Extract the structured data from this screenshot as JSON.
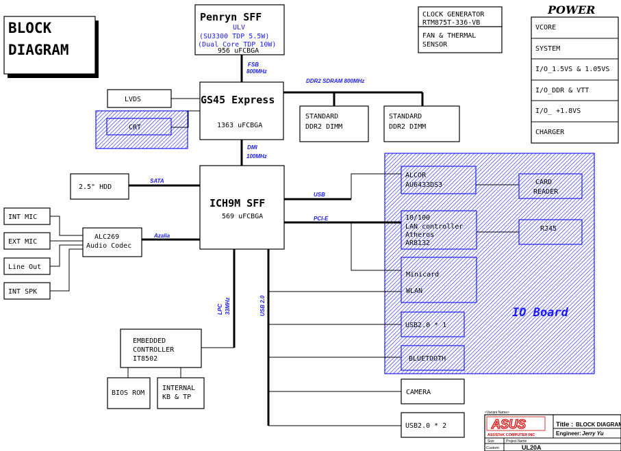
{
  "diagram": {
    "title_line1": "BLOCK",
    "title_line2": "DIAGRAM",
    "cpu": {
      "name": "Penryn SFF",
      "sub1": "ULV",
      "sub2": "(SU3300 TDP 5.5W)",
      "sub3": "(Dual Core TDP 10W)",
      "package": "956 uFCBGA"
    },
    "northbridge": {
      "name": "GS45 Express",
      "package": "1363 uFCBGA"
    },
    "southbridge": {
      "name": "ICH9M SFF",
      "package": "569 uFCBGA"
    },
    "lvds": "LVDS",
    "crt": "CRT",
    "dimm1_line1": "STANDARD",
    "dimm1_line2": "DDR2 DIMM",
    "dimm2_line1": "STANDARD",
    "dimm2_line2": "DDR2 DIMM",
    "clock_line1": "CLOCK GENERATOR",
    "clock_line2": "RTM875T-336-VB",
    "fan_line1": "FAN & THERMAL",
    "fan_line2": "SENSOR",
    "hdd": "2.5\" HDD",
    "audio_line1": "ALC269",
    "audio_line2": "Audio Codec",
    "int_mic": "INT MIC",
    "ext_mic": "EXT MIC",
    "line_out": "Line Out",
    "int_spk": "INT SPK",
    "ec_line1": "EMBEDDED",
    "ec_line2": "CONTROLLER",
    "ec_line3": "IT8502",
    "bios": "BIOS ROM",
    "kb_line1": "INTERNAL",
    "kb_line2": "KB & TP",
    "alcor_line1": "ALCOR",
    "alcor_line2": "AU6433DS3",
    "card_line1": "CARD",
    "card_line2": "READER",
    "lan_line1": "10/100",
    "lan_line2": "LAN controller",
    "lan_line3": "Atheros",
    "lan_line4": "AR8132",
    "rj45": "RJ45",
    "minicard": "Minicard",
    "wlan": "WLAN",
    "usb_io": "USB2.0 * 1",
    "bluetooth": "BLUETOOTH",
    "camera": "CAMERA",
    "usb_main": "USB2.0 * 2",
    "io_board": "IO Board",
    "bus_labels": {
      "fsb1": "FSB",
      "fsb2": "800MHz",
      "ddr2": "DDR2 SDRAM 800MHz",
      "dmi1": "DMI",
      "dmi2": "100MHz",
      "sata": "SATA",
      "usb": "USB",
      "pcie": "PCI-E",
      "azalia": "Azalia",
      "lpc1": "LPC",
      "lpc2": "33MHz",
      "usb20": "USB 2.0"
    }
  },
  "power": {
    "title": "POWER",
    "items": [
      "VCORE",
      "SYSTEM",
      "I/O_1.5VS & 1.05VS",
      "I/O_DDR & VTT",
      "I/O_ +1.8VS",
      "CHARGER"
    ]
  },
  "titleblock": {
    "variant_label": "<Variant Name>",
    "logo": "ASUS",
    "company": "ASUSTeK COMPUTER INC",
    "title_label": "Title :",
    "title_value": "BLOCK DIAGRAM",
    "engineer_label": "Engineer:",
    "engineer_value": "Jerry Yu",
    "size_label": "Size",
    "size_value": "Custom",
    "project_label": "Project Name",
    "project_value": "UL20A"
  }
}
